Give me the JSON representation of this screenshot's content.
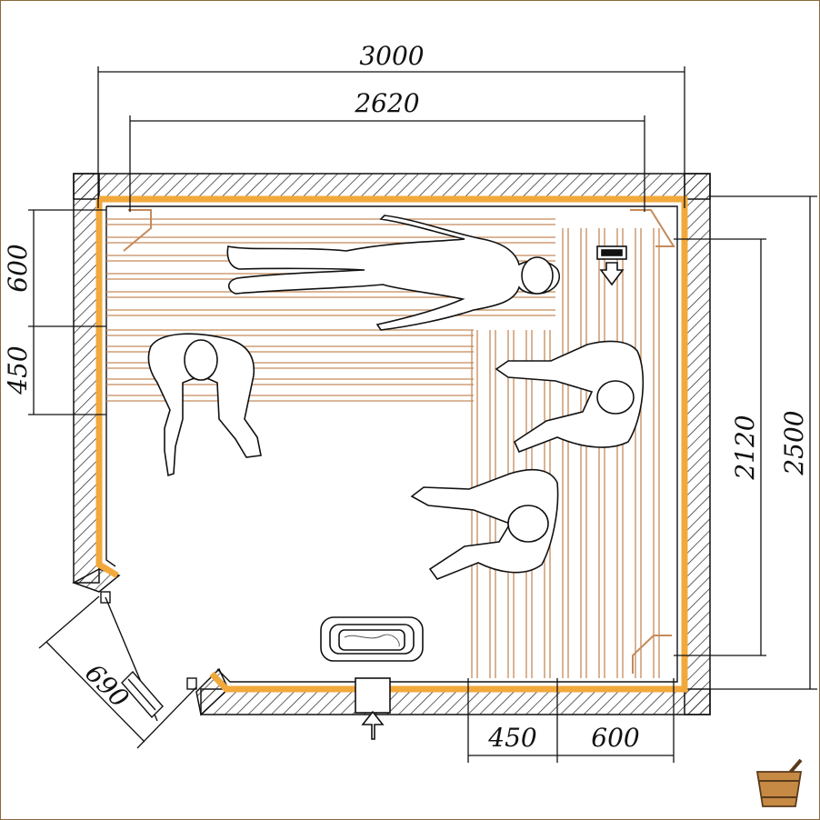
{
  "dimensions": {
    "outer_width": "3000",
    "inner_width": "2620",
    "upper_bench_depth": "600",
    "lower_bench_depth": "450",
    "inner_length": "2120",
    "outer_length": "2500",
    "door_width": "690",
    "bottom_lower_bench": "450",
    "bottom_upper_bench": "600"
  },
  "colors": {
    "wall_hatch": "#222222",
    "wood_lining": "#f2a93b",
    "bench_slat": "#c58a5a",
    "outline": "#111111"
  },
  "icons": {
    "heater": "sauna-heater-icon",
    "vent_in": "air-inlet-arrow-icon",
    "vent_out": "air-outlet-arrow-icon",
    "logo": "bucket-ladle-logo"
  }
}
